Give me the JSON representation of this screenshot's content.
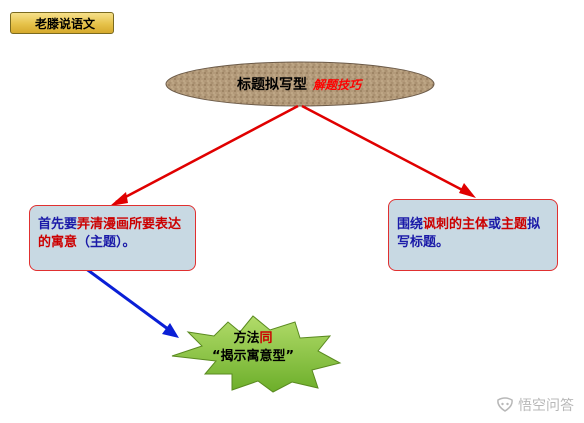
{
  "header": {
    "label": "老滕说语文"
  },
  "center_node": {
    "title": "标题拟写型",
    "subtitle": "解题技巧"
  },
  "left_node": {
    "parts": [
      {
        "text": "首先要",
        "color": "blue"
      },
      {
        "text": "弄清漫画所要表达的寓意",
        "color": "red"
      },
      {
        "text": "（主题）。",
        "color": "blue"
      }
    ]
  },
  "right_node": {
    "parts": [
      {
        "text": "围绕",
        "color": "blue"
      },
      {
        "text": "讽刺的主体",
        "color": "red"
      },
      {
        "text": "或",
        "color": "blue"
      },
      {
        "text": "主题",
        "color": "red"
      },
      {
        "text": "拟写标题。",
        "color": "blue"
      }
    ]
  },
  "star_node": {
    "line1_a": "方法",
    "line1_b": "同",
    "line2": "“揭示寓意型”"
  },
  "watermark": {
    "text": "悟空问答",
    "icon": "wukong-logo-icon"
  },
  "colors": {
    "red_link": "#e00000",
    "blue_link": "#0a1fd6",
    "box_fill": "#c8d9e3",
    "star_fill": "#8cc63f"
  }
}
